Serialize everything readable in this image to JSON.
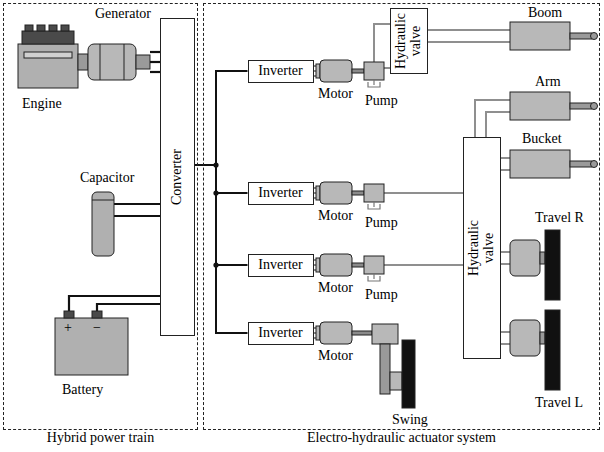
{
  "diagram": {
    "nodes": [
      {
        "text": [
          "Hybrid power train"
        ]
      },
      {
        "text": [
          "Converter"
        ],
        "in": 0
      },
      {
        "text": [
          "Electro-hydraulic actuator system"
        ]
      },
      {
        "text": [
          "Inverter"
        ],
        "in": 2
      },
      {
        "text": [
          "Hydraulic valve"
        ],
        "in": 2
      },
      {
        "text": [
          "Inverter"
        ],
        "in": 2
      },
      {
        "text": [
          "Hydraulic valve"
        ],
        "in": 2
      },
      {
        "text": [
          "Inverter"
        ],
        "in": 2
      },
      {
        "text": [
          "Inverter"
        ],
        "in": 2
      }
    ],
    "edges": [
      {
        "from": 1,
        "to": 3,
        "arrow": "none"
      },
      {
        "from": 1,
        "to": 5,
        "arrow": "none"
      },
      {
        "from": 1,
        "to": 7,
        "arrow": "none"
      },
      {
        "from": 1,
        "to": 8,
        "arrow": "none"
      }
    ],
    "labels": [
      "Generator",
      "Engine",
      "Capacitor",
      "Battery",
      "+",
      "−",
      "Motor",
      "Pump",
      "Boom",
      "Arm",
      "Bucket",
      "Motor",
      "Pump",
      "Travel R",
      "Motor",
      "Pump",
      "Motor",
      "Swing",
      "Travel L"
    ]
  }
}
